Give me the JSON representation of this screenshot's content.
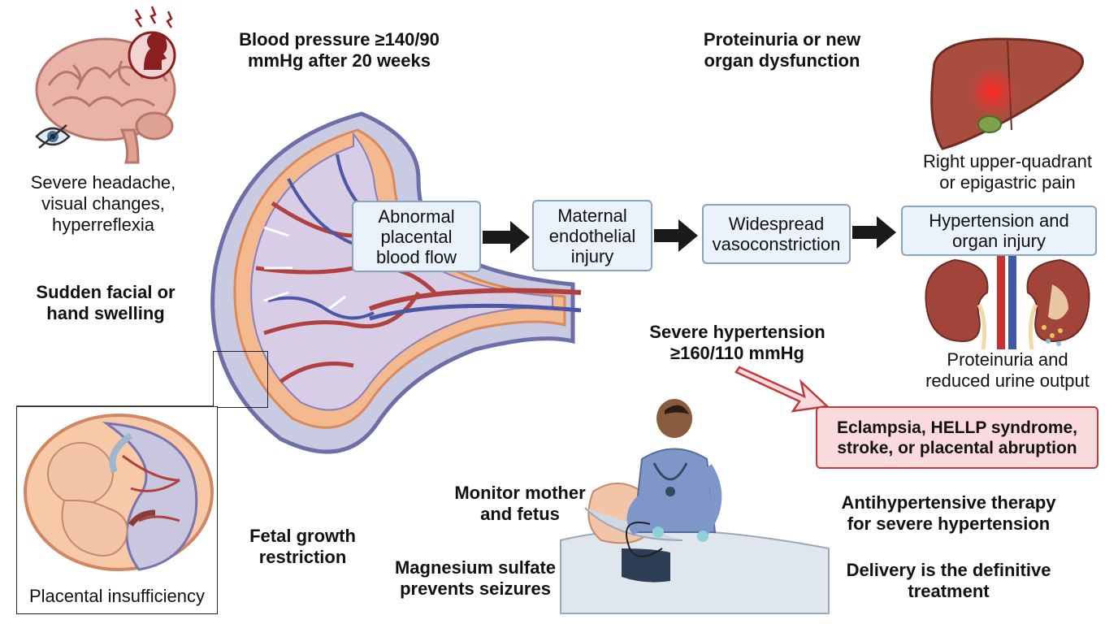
{
  "top": {
    "blood_pressure": "Blood pressure ≥140/90 mmHg after 20 weeks",
    "proteinuria": "Proteinuria or new organ dysfunction"
  },
  "brain": {
    "caption": "Severe headache, visual changes, hyperreflexia"
  },
  "swelling": "Sudden facial or hand swelling",
  "placenta_inset": {
    "caption": "Placental insufficiency"
  },
  "fetal_growth": "Fetal growth restriction",
  "flow": {
    "step1": "Abnormal placental blood flow",
    "step2": "Maternal endothelial injury",
    "step3": "Widespread vasoconstriction",
    "step4": "Hypertension and organ injury"
  },
  "liver": {
    "caption": "Right upper-quadrant or epigastric pain"
  },
  "kidney": {
    "caption": "Proteinuria and reduced urine output"
  },
  "severe": {
    "label": "Severe hypertension ≥160/110 mmHg",
    "complications": "Eclampsia, HELLP syndrome, stroke, or placental abruption"
  },
  "management": {
    "monitor": "Monitor mother and fetus",
    "magnesium": "Magnesium sulfate prevents seizures",
    "antihypertensive": "Antihypertensive therapy for severe hypertension",
    "delivery": "Delivery is the definitive treatment"
  },
  "colors": {
    "box_fill": "#eaf2fb",
    "box_border": "#8aa3bf",
    "alert_fill": "#fadadd",
    "alert_border": "#c0393b",
    "arrow": "#1a1a1a"
  }
}
